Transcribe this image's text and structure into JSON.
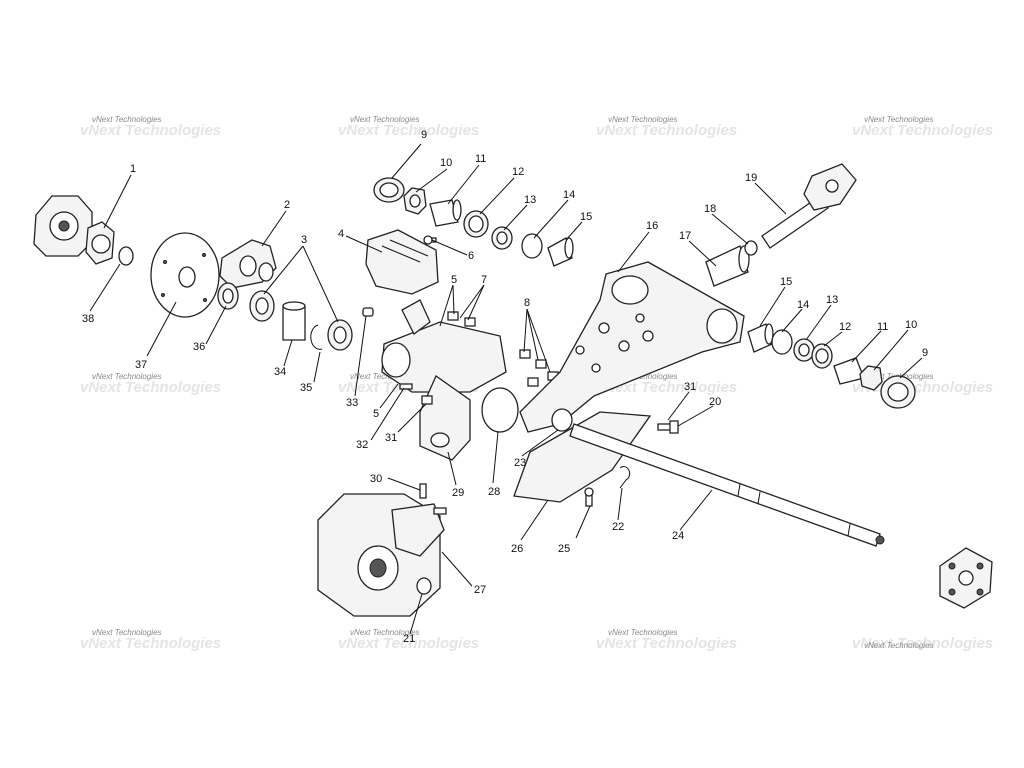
{
  "watermark": "vNext Technologies",
  "callouts": {
    "c1": "1",
    "c2": "2",
    "c3": "3",
    "c4": "4",
    "c5a": "5",
    "c5b": "5",
    "c6": "6",
    "c7": "7",
    "c8": "8",
    "c9a": "9",
    "c9b": "9",
    "c10a": "10",
    "c10b": "10",
    "c11a": "11",
    "c11b": "11",
    "c12a": "12",
    "c12b": "12",
    "c13a": "13",
    "c13b": "13",
    "c14a": "14",
    "c14b": "14",
    "c15a": "15",
    "c15b": "15",
    "c16": "16",
    "c17": "17",
    "c18": "18",
    "c19": "19",
    "c20": "20",
    "c21": "21",
    "c22": "22",
    "c23": "23",
    "c24": "24",
    "c25": "25",
    "c26": "26",
    "c27": "27",
    "c28": "28",
    "c29": "29",
    "c30": "30",
    "c31a": "31",
    "c31b": "31",
    "c32": "32",
    "c33": "33",
    "c34": "34",
    "c35": "35",
    "c36": "36",
    "c37": "37",
    "c38": "38"
  }
}
